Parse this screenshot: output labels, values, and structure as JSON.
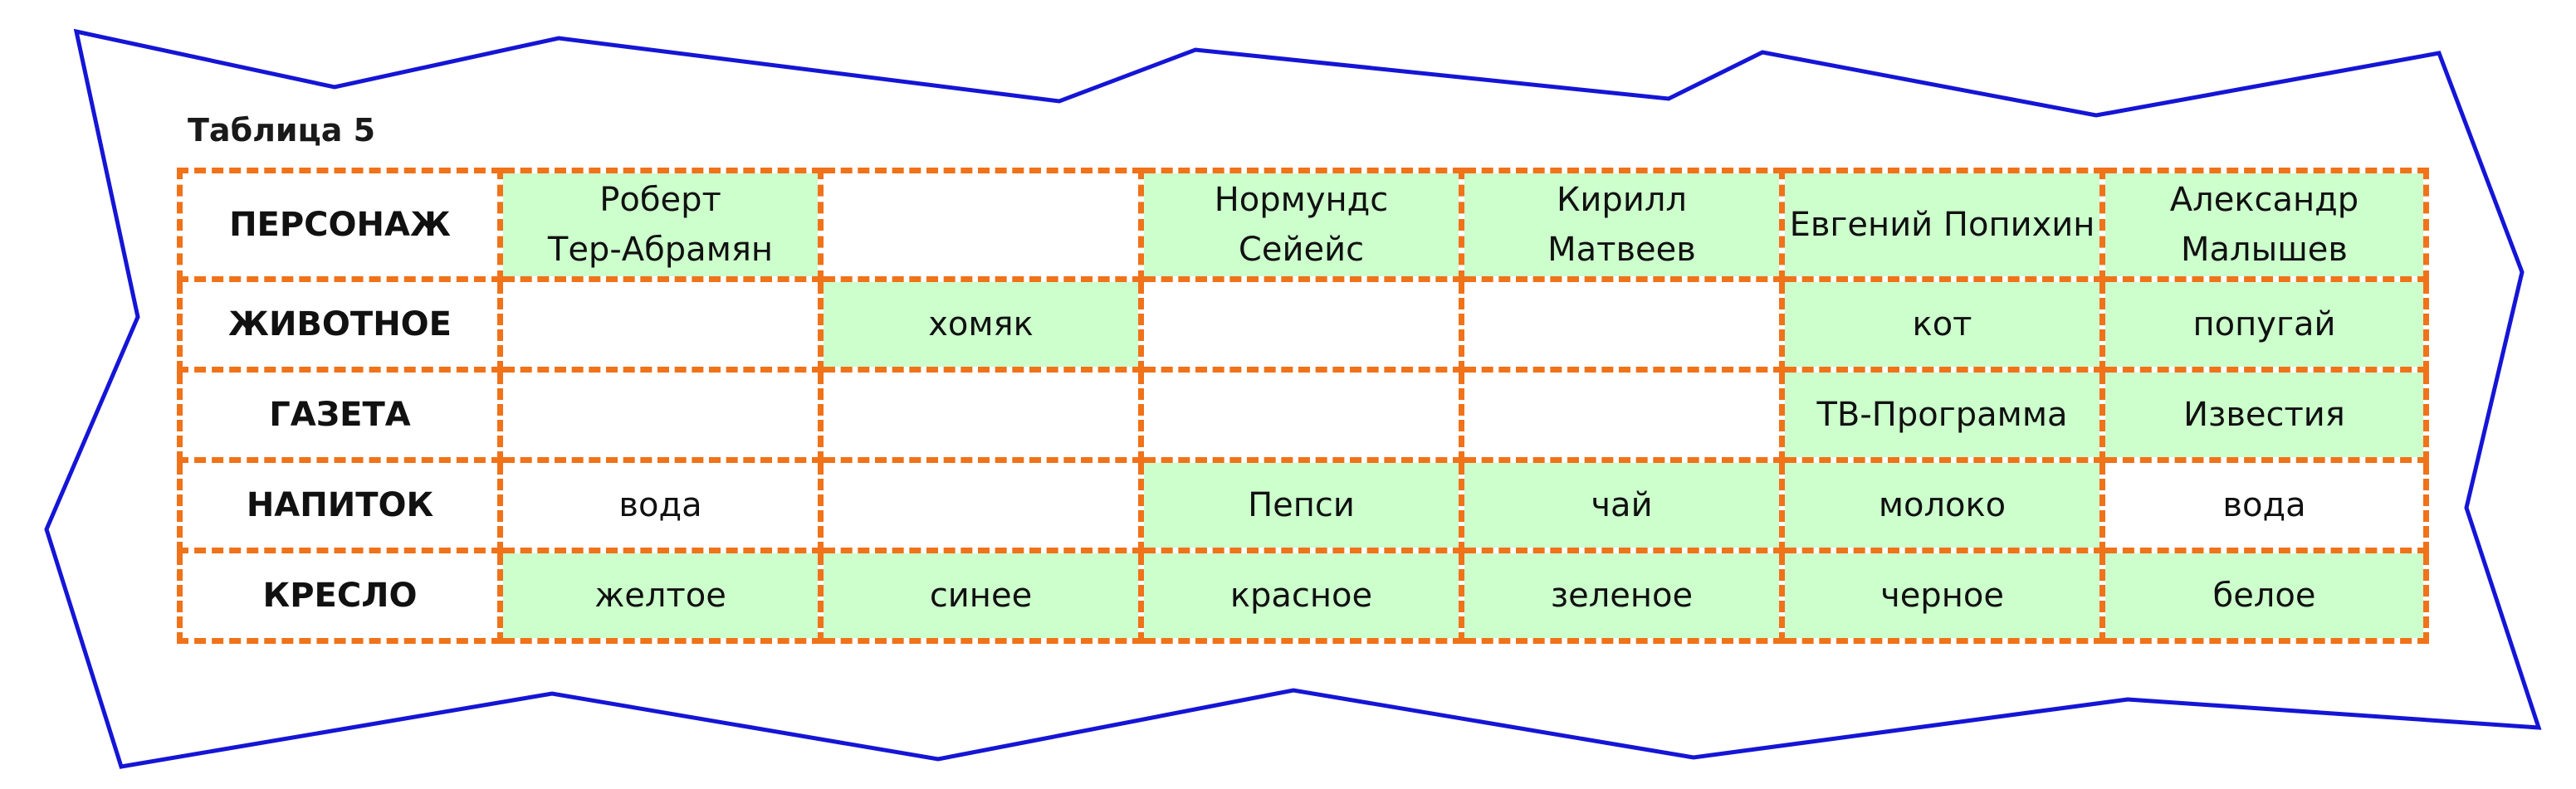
{
  "caption": "Таблица 5",
  "colors": {
    "border": "#f07219",
    "highlight": "#ccffcc",
    "frame": "#1515d6"
  },
  "table": {
    "rows": [
      {
        "header": "ПЕРСОНАЖ",
        "cells": [
          {
            "line1": "Роберт",
            "line2": "Тер-Абрамян",
            "highlight": true
          },
          {
            "text": "",
            "highlight": false
          },
          {
            "text": "Нормундс Сейейс",
            "highlight": true
          },
          {
            "line1": "Кирилл",
            "line2": "Матвеев",
            "highlight": true
          },
          {
            "text": "Евгений Попихин",
            "highlight": true
          },
          {
            "line1": "Александр",
            "line2": "Малышев",
            "highlight": true
          }
        ]
      },
      {
        "header": "ЖИВОТНОЕ",
        "cells": [
          {
            "text": "",
            "highlight": false
          },
          {
            "text": "хомяк",
            "highlight": true
          },
          {
            "text": "",
            "highlight": false
          },
          {
            "text": "",
            "highlight": false
          },
          {
            "text": "кот",
            "highlight": true
          },
          {
            "text": "попугай",
            "highlight": true
          }
        ]
      },
      {
        "header": "ГАЗЕТА",
        "cells": [
          {
            "text": "",
            "highlight": false
          },
          {
            "text": "",
            "highlight": false
          },
          {
            "text": "",
            "highlight": false
          },
          {
            "text": "",
            "highlight": false
          },
          {
            "text": "ТВ-Программа",
            "highlight": true
          },
          {
            "text": "Известия",
            "highlight": true
          }
        ]
      },
      {
        "header": "НАПИТОК",
        "cells": [
          {
            "text": "вода",
            "highlight": false
          },
          {
            "text": "",
            "highlight": false
          },
          {
            "text": "Пепси",
            "highlight": true
          },
          {
            "text": "чай",
            "highlight": true
          },
          {
            "text": "молоко",
            "highlight": true
          },
          {
            "text": "вода",
            "highlight": false
          }
        ]
      },
      {
        "header": "КРЕСЛО",
        "cells": [
          {
            "text": "желтое",
            "highlight": true
          },
          {
            "text": "синее",
            "highlight": true
          },
          {
            "text": "красное",
            "highlight": true
          },
          {
            "text": "зеленое",
            "highlight": true
          },
          {
            "text": "черное",
            "highlight": true
          },
          {
            "text": "белое",
            "highlight": true
          }
        ]
      }
    ]
  }
}
